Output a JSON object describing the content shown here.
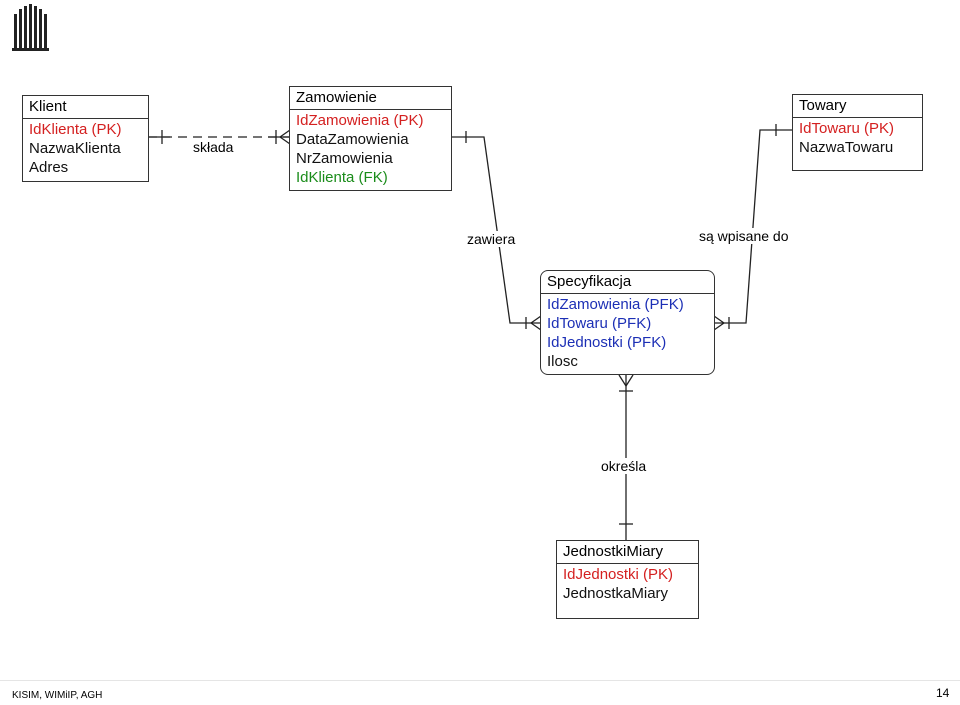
{
  "colors": {
    "pk": "#d42020",
    "fk": "#1a8c1a",
    "pfk": "#1c2fb5",
    "plain": "#111111"
  },
  "logo_icon": "agh-logo-icon",
  "entities": {
    "klient": {
      "name": "Klient",
      "attrs": [
        {
          "text": "IdKlienta (PK)",
          "kind": "pk"
        },
        {
          "text": "NazwaKlienta",
          "kind": "plain"
        },
        {
          "text": "Adres",
          "kind": "plain"
        }
      ]
    },
    "zamowienie": {
      "name": "Zamowienie",
      "attrs": [
        {
          "text": "IdZamowienia (PK)",
          "kind": "pk"
        },
        {
          "text": "DataZamowienia",
          "kind": "plain"
        },
        {
          "text": "NrZamowienia",
          "kind": "plain"
        },
        {
          "text": "IdKlienta (FK)",
          "kind": "fk"
        }
      ]
    },
    "towary": {
      "name": "Towary",
      "attrs": [
        {
          "text": "IdTowaru (PK)",
          "kind": "pk"
        },
        {
          "text": "NazwaTowaru",
          "kind": "plain"
        }
      ]
    },
    "specyfikacja": {
      "name": "Specyfikacja",
      "attrs": [
        {
          "text": "IdZamowienia (PFK)",
          "kind": "pfk"
        },
        {
          "text": "IdTowaru (PFK)",
          "kind": "pfk"
        },
        {
          "text": "IdJednostki (PFK)",
          "kind": "pfk"
        },
        {
          "text": "Ilosc",
          "kind": "plain"
        }
      ]
    },
    "jednostki": {
      "name": "JednostkiMiary",
      "attrs": [
        {
          "text": "IdJednostki (PK)",
          "kind": "pk"
        },
        {
          "text": "JednostkaMiary",
          "kind": "plain"
        }
      ]
    }
  },
  "relationships": {
    "sklada": "składa",
    "zawiera": "zawiera",
    "wpisane": "są wpisane do",
    "okresla": "określa"
  },
  "footer": {
    "left": "KISIM, WIMiIP, AGH",
    "page_number": "14"
  }
}
